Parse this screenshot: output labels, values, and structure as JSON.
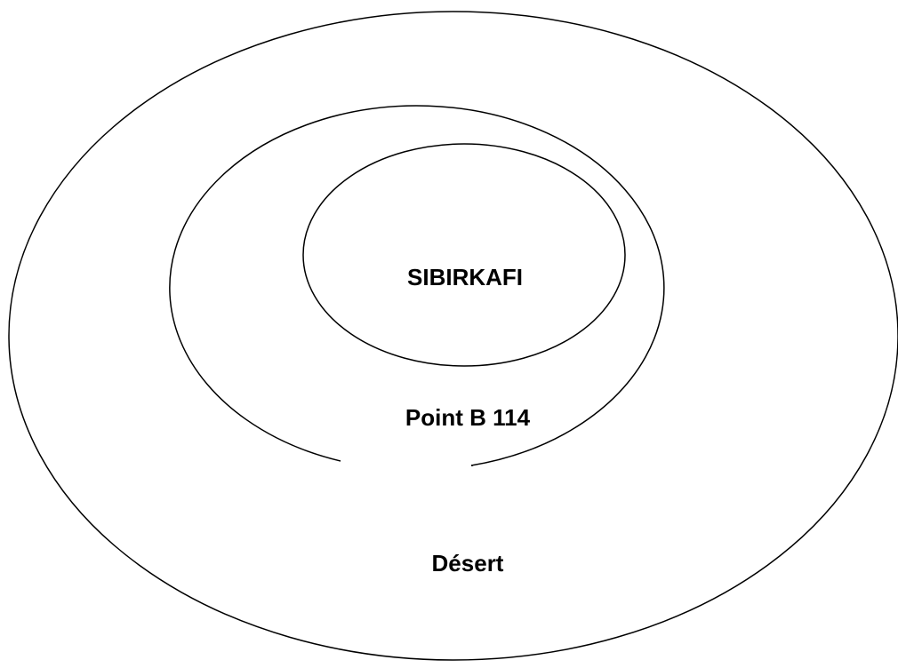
{
  "diagram": {
    "type": "nested-ellipses",
    "zones": [
      {
        "id": "inner",
        "label": "SIBIRKAFI"
      },
      {
        "id": "middle",
        "label": "Point B 114"
      },
      {
        "id": "outer",
        "label": "Désert"
      }
    ],
    "colors": {
      "stroke": "#000000",
      "background": "#ffffff",
      "text": "#000000"
    }
  }
}
